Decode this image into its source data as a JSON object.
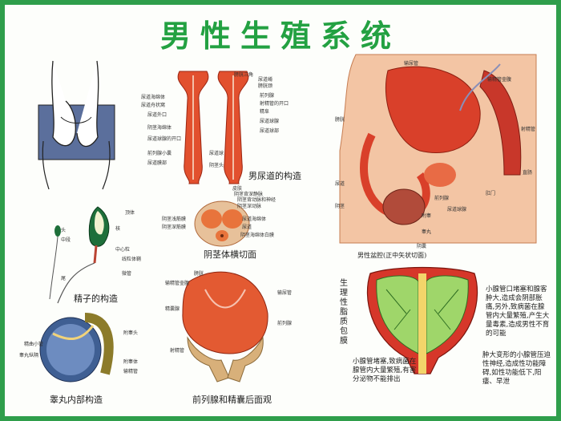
{
  "title": "男性生殖系统",
  "captions": {
    "urethra": "男尿道的构造",
    "penis_section": "阴茎体横切面",
    "pelvis": "男性盆腔(正中矢状切面)",
    "sperm": "精子的构造",
    "testis": "睾丸内部构造",
    "prostate_back": "前列腺和精囊后面观"
  },
  "urethra_labels": [
    "膀胱三角",
    "尿道嵴",
    "膀胱颈",
    "前列腺",
    "射精管的开口",
    "精阜",
    "尿道球腺",
    "尿道球部",
    "尿道海绵体",
    "尿道舟状窝",
    "尿道外口",
    "阴茎海绵体",
    "尿道球腺的开口",
    "前列腺小囊",
    "尿道膜部",
    "尿道球",
    "阴茎头"
  ],
  "penis_labels": [
    "皮肤",
    "阴茎背深静脉",
    "阴茎背动脉和神经",
    "阴茎深动脉",
    "尿道海绵体",
    "尿道",
    "阴茎海绵体白膜",
    "阴茎浅筋膜",
    "阴茎深筋膜"
  ],
  "pelvis_labels": [
    "输尿管",
    "输精管壶腹",
    "膀胱",
    "射精管",
    "直肠",
    "肛门",
    "尿道",
    "阴茎",
    "尿道球腺",
    "附睾",
    "睾丸",
    "阴囊",
    "前列腺"
  ],
  "sperm_labels": [
    "顶体",
    "核",
    "头",
    "中段",
    "中心粒",
    "线粒体鞘",
    "尾",
    "微管"
  ],
  "testis_labels": [
    "附睾头",
    "精曲小管",
    "附睾体",
    "睾丸纵隔",
    "输精管"
  ],
  "prostate_labels": [
    "膀胱",
    "输精管壶腹",
    "输尿管",
    "精囊腺",
    "前列腺",
    "射精管"
  ],
  "side_note": "生理性脂质包膜",
  "note_right": "小腺管口堵塞和腺客肿大,造成会阴部胀痛,另外,致病菌在腺管内大量繁殖,产生大量毒素,造成男性不育的可能",
  "note_bottom_left": "小腺管堵塞,致病菌在腺管内大量繁殖,有害分泌物不能排出",
  "note_bottom_right": "肿大变形的小腺管压迫性神经,造成性功能障碍,如性功能低下,阳痿、早泄",
  "colors": {
    "frame": "#2f9e4b",
    "title": "#23a142",
    "muscle": "#d94a2a",
    "gland": "#9fd66a"
  }
}
